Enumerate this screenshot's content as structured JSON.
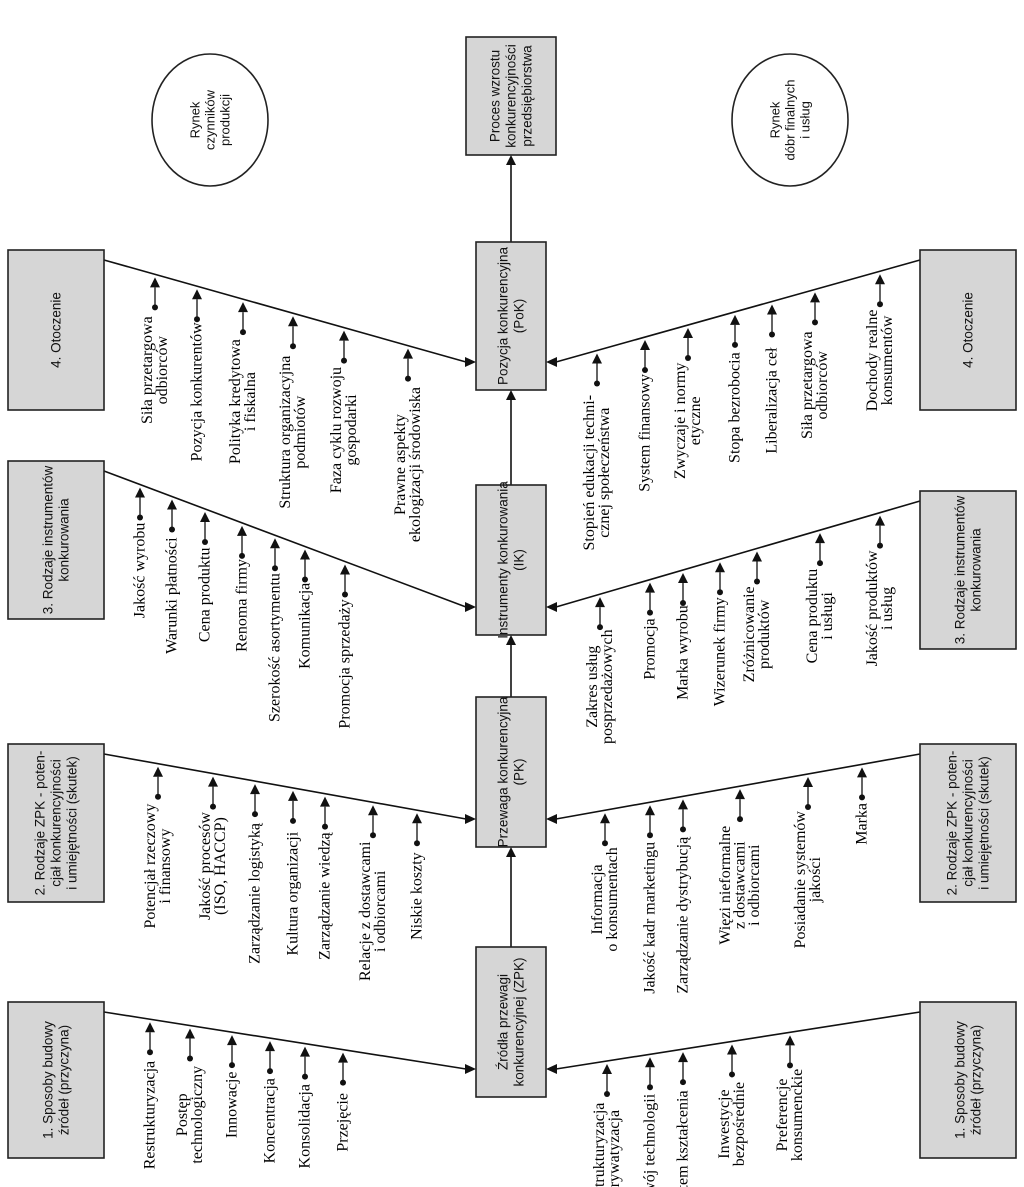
{
  "center": [
    {
      "id": "c1",
      "lines": [
        "Źródła przewagi",
        "konkurencyjnej (ZPK)"
      ]
    },
    {
      "id": "c2",
      "lines": [
        "Przewaga konkurencyjna",
        "(PK)"
      ]
    },
    {
      "id": "c3",
      "lines": [
        "Instrumenty konkurowania",
        "(IK)"
      ]
    },
    {
      "id": "c4",
      "lines": [
        "Pozycja konkurencyjna",
        "(PoK)"
      ]
    },
    {
      "id": "c5",
      "lines": [
        "Proces wzrostu",
        "konkurencyjności",
        "przedsiębiorstwa"
      ]
    }
  ],
  "ellipses": {
    "left": [
      "Rynek",
      "czynników",
      "produkcji"
    ],
    "right": [
      "Rynek",
      "dóbr finalnych",
      "i usług"
    ]
  },
  "rows": [
    {
      "left_box": [
        "1. Sposoby budowy",
        "źródeł (przyczyna)"
      ],
      "right_box": [
        "1. Sposoby budowy",
        "źródeł (przyczyna)"
      ],
      "left_items": [
        [
          "Restrukturyzacja"
        ],
        [
          "Postęp",
          "technologiczny"
        ],
        [
          "Innowacje"
        ],
        [
          "Koncentracja"
        ],
        [
          "Konsolidacja"
        ],
        [
          "Przejęcie"
        ]
      ],
      "right_items": [
        [
          "Restrukturyzacja",
          "i prywatyzacja"
        ],
        [
          "Rozwój technologii"
        ],
        [
          "System kształcenia"
        ],
        [
          "Inwestycje",
          "bezpośrednie"
        ],
        [
          "Preferencje",
          "konsumenckie"
        ]
      ]
    },
    {
      "left_box": [
        "2. Rodzaje ZPK - poten-",
        "cjał konkurencyjności",
        "i umiejętności (skutek)"
      ],
      "right_box": [
        "2. Rodzaje ZPK - poten-",
        "cjał konkurencyjności",
        "i umiejętności (skutek)"
      ],
      "left_items": [
        [
          "Potencjał rzeczowy",
          "i finansowy"
        ],
        [
          "Jakość procesów",
          "(ISO, HACCP)"
        ],
        [
          "Zarządzanie logistyką"
        ],
        [
          "Kultura organizacji"
        ],
        [
          "Zarządzanie wiedzą"
        ],
        [
          "Relacje z dostawcami",
          "i odbiorcami"
        ],
        [
          "Niskie koszty"
        ]
      ],
      "right_items": [
        [
          "Informacja",
          "o konsumentach"
        ],
        [
          "Jakość kadr marketingu"
        ],
        [
          "Zarządzanie dystrybucją"
        ],
        [
          "Więzi nieformalne",
          "z dostawcami",
          "i odbiorcami"
        ],
        [
          "Posiadanie systemów",
          "jakości"
        ],
        [
          "Marka"
        ]
      ]
    },
    {
      "left_box": [
        "3. Rodzaje instrumentów",
        "konkurowania"
      ],
      "right_box": [
        "3. Rodzaje instrumentów",
        "konkurowania"
      ],
      "left_items": [
        [
          "Jakość wyrobu"
        ],
        [
          "Warunki płatności"
        ],
        [
          "Cena produktu"
        ],
        [
          "Renoma firmy"
        ],
        [
          "Szerokość asortymentu"
        ],
        [
          "Komunikacja"
        ],
        [
          "Promocja sprzedaży"
        ]
      ],
      "right_items": [
        [
          "Zakres usług",
          "posprzedażowych"
        ],
        [
          "Promocja"
        ],
        [
          "Marka wyrobu"
        ],
        [
          "Wizerunek firmy"
        ],
        [
          "Zróżnicowanie",
          "produktów"
        ],
        [
          "Cena produktu",
          "i usługi"
        ],
        [
          "Jakość produktów",
          "i usług"
        ]
      ]
    },
    {
      "left_box": [
        "4. Otoczenie"
      ],
      "right_box": [
        "4. Otoczenie"
      ],
      "left_items": [
        [
          "Siła przetargowa",
          "odbiorców"
        ],
        [
          "Pozycja konkurentów"
        ],
        [
          "Polityka kredytowa",
          "i fiskalna"
        ],
        [
          "Struktura organizacyjna",
          "podmiotów"
        ],
        [
          "Faza cyklu rozwoju",
          "gospodarki"
        ],
        [
          "Prawne aspekty",
          "ekologizacji środowiska"
        ]
      ],
      "right_items": [
        [
          "Stopień edukacji techni-",
          "cznej społeczeństwa"
        ],
        [
          "System finansowy"
        ],
        [
          "Zwyczaje i normy",
          "etyczne"
        ],
        [
          "Stopa bezrobocia"
        ],
        [
          "Liberalizacja ceł"
        ],
        [
          "Siła przetargowa",
          "odbiorców"
        ],
        [
          "Dochody realne",
          "konsumentów"
        ]
      ]
    }
  ]
}
